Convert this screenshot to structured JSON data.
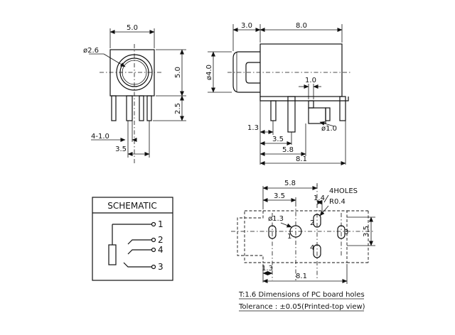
{
  "front_view": {
    "width": "5.0",
    "height": "5.0",
    "hole_dia": "ø2.6",
    "pin_length": "2.5",
    "pin_width": "4-1.0",
    "pin_spacing": "3.5"
  },
  "side_view": {
    "nose_length": "3.0",
    "body_length": "8.0",
    "nose_dia": "ø4.0",
    "pin_thickness": "1.0",
    "pin_dia": "ø1.0",
    "dim_1_3": "1.3",
    "dim_3_5": "3.5",
    "dim_5_8": "5.8",
    "dim_8_1": "8.1"
  },
  "schematic": {
    "title": "SCHEMATIC",
    "pins": [
      "1",
      "2",
      "4",
      "3"
    ]
  },
  "pcb_layout": {
    "dim_5_8": "5.8",
    "dim_3_5_top": "3.5",
    "dim_1_4": "1.4",
    "holes_label": "4HOLES",
    "radius_label": "R0.4",
    "hole_dia": "ø1.3",
    "dim_3_5_side": "3.5",
    "dim_1_3": "1.3",
    "dim_8_1": "8.1",
    "pin_labels": [
      "1",
      "2",
      "3",
      "4"
    ]
  },
  "notes": {
    "line1": "T:1.6 Dimensions of PC board holes",
    "line2": "Tolerance : ±0.05(Printed-top view)"
  }
}
